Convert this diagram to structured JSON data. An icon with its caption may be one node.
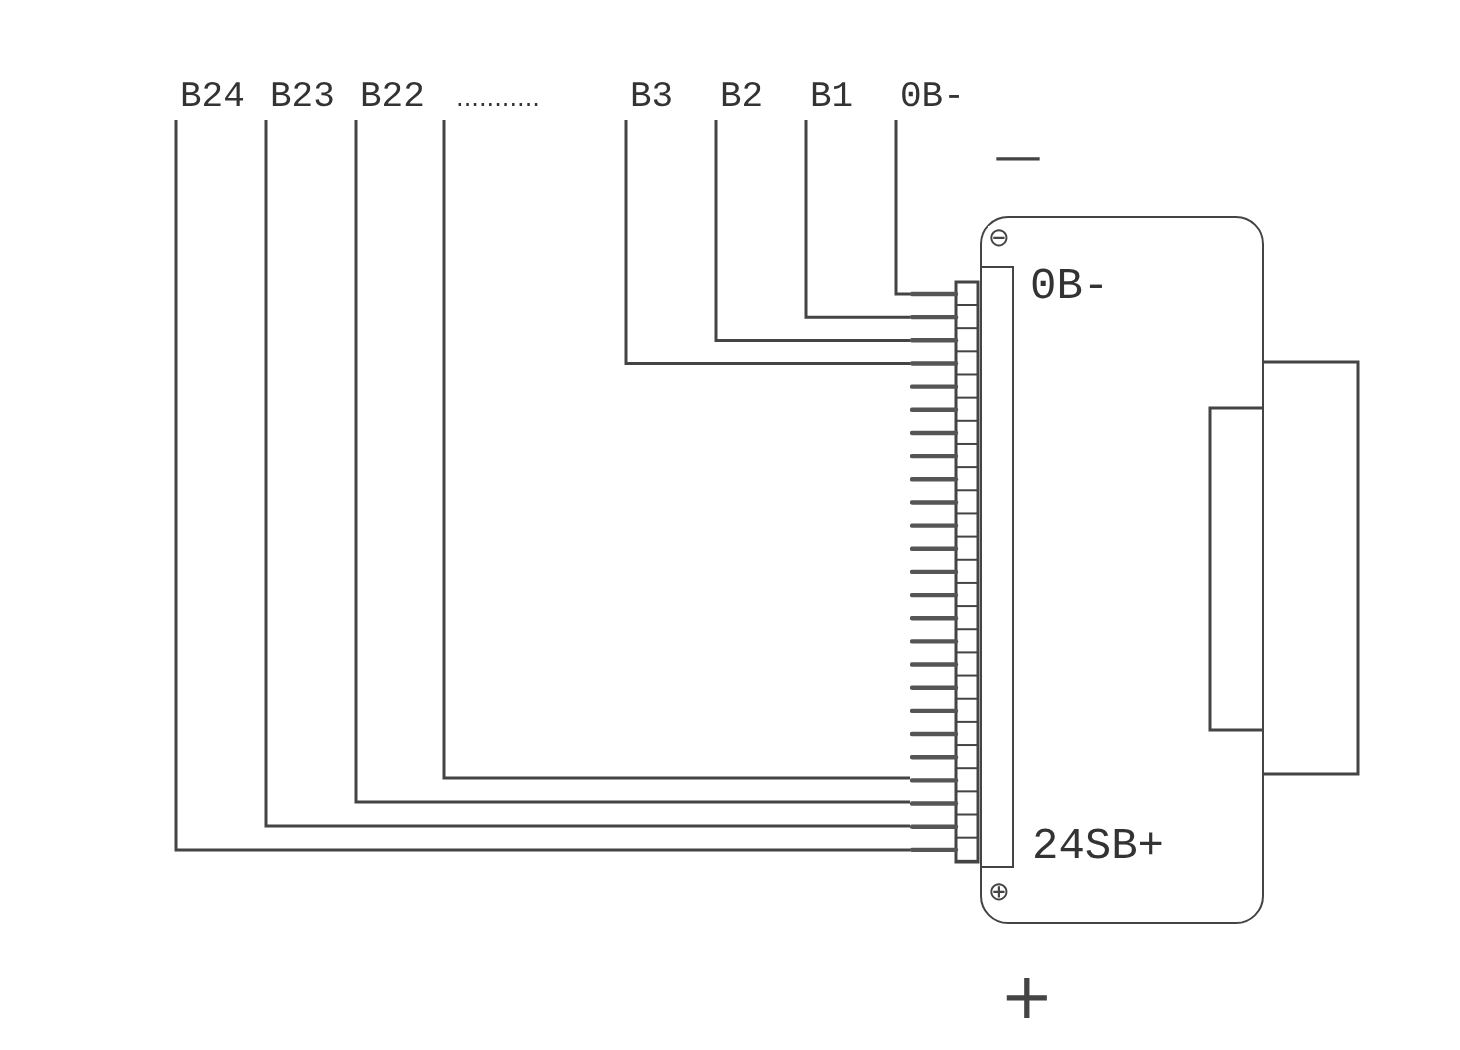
{
  "diagram": {
    "nodes": [
      {
        "text": [
          "B24"
        ]
      },
      {
        "text": [
          "B23"
        ]
      },
      {
        "text": [
          "B22"
        ]
      },
      {
        "text": [
          "..........."
        ]
      },
      {
        "text": [
          "B3"
        ]
      },
      {
        "text": [
          "B2"
        ]
      },
      {
        "text": [
          "B1"
        ]
      },
      {
        "text": [
          "0B-"
        ]
      },
      {
        "text": [
          "0B-",
          "24SB+"
        ]
      },
      {
        "text": [],
        "shape": "box"
      }
    ],
    "edges": [
      {
        "from": 7,
        "to": 9,
        "arrow": "none"
      },
      {
        "from": 6,
        "to": 9,
        "arrow": "none"
      },
      {
        "from": 5,
        "to": 9,
        "arrow": "none"
      },
      {
        "from": 4,
        "to": 9,
        "arrow": "none"
      },
      {
        "from": 3,
        "to": 9,
        "arrow": "none"
      },
      {
        "from": 2,
        "to": 9,
        "arrow": "none"
      },
      {
        "from": 1,
        "to": 9,
        "arrow": "none"
      },
      {
        "from": 0,
        "to": 9,
        "arrow": "none"
      }
    ],
    "labels": [
      "—",
      "⊖",
      "⊕",
      "+"
    ]
  }
}
